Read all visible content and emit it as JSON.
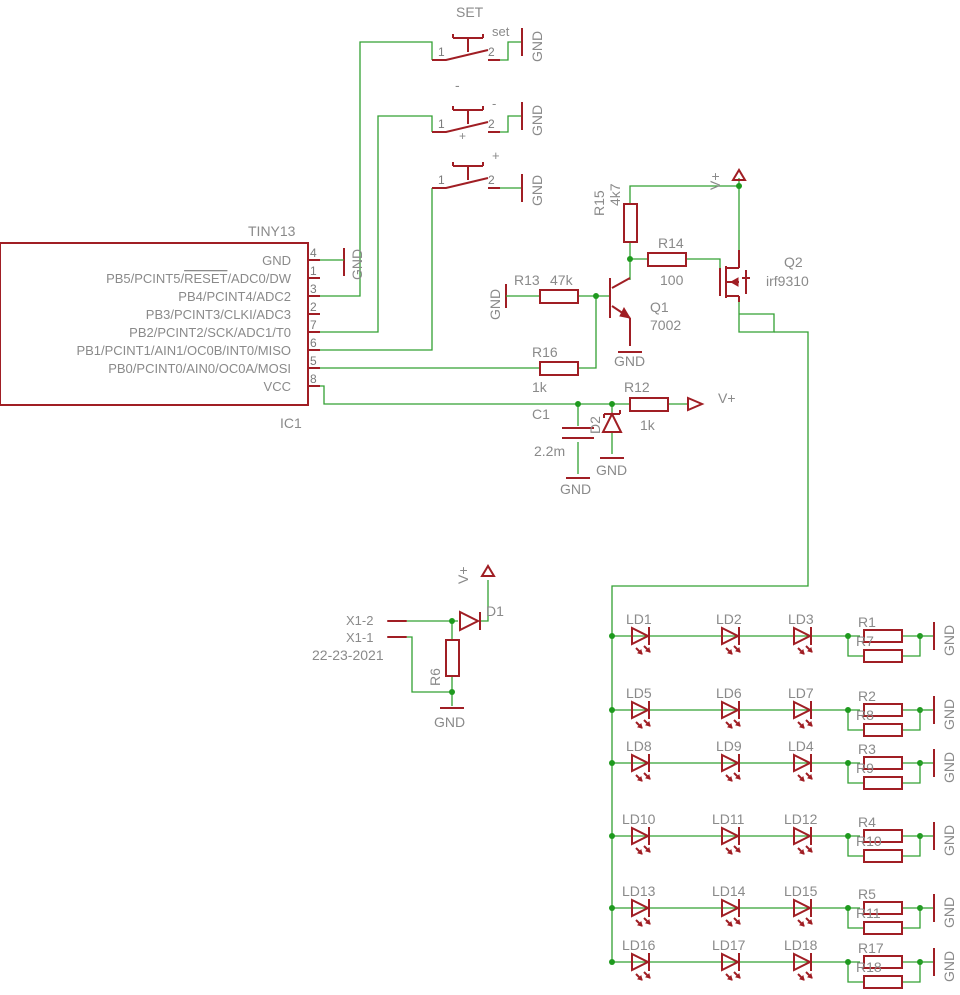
{
  "title": "",
  "ic": {
    "name": "TINY13",
    "ref": "IC1",
    "pins": [
      {
        "label": "GND",
        "num": "4"
      },
      {
        "label": "PB5/PCINT5/RESET/ADC0/DW",
        "num": "1"
      },
      {
        "label": "PB4/PCINT4/ADC2",
        "num": "3"
      },
      {
        "label": "PB3/PCINT3/CLKI/ADC3",
        "num": "2"
      },
      {
        "label": "PB2/PCINT2/SCK/ADC1/T0",
        "num": "7"
      },
      {
        "label": "PB1/PCINT1/AIN1/OC0B/INT0/MISO",
        "num": "6"
      },
      {
        "label": "PB0/PCINT0/AIN0/OC0A/MOSI",
        "num": "5"
      },
      {
        "label": "VCC",
        "num": "8"
      }
    ]
  },
  "buttons": {
    "set": {
      "title": "SET",
      "name": "set",
      "pin1": "1",
      "pin2": "2"
    },
    "minus": {
      "title": "-",
      "name": "-",
      "pin1": "1",
      "pin2": "2",
      "mark": "+"
    },
    "plus": {
      "name": "+",
      "pin1": "1",
      "pin2": "2"
    }
  },
  "ground": "GND",
  "supply": "V+",
  "parts": {
    "r15": {
      "ref": "R15",
      "value": "4k7"
    },
    "r14": {
      "ref": "R14",
      "value": "100"
    },
    "r13": {
      "ref": "R13",
      "value": "47k"
    },
    "r16": {
      "ref": "R16",
      "value": "1k"
    },
    "r12": {
      "ref": "R12",
      "value": "1k"
    },
    "c1": {
      "ref": "C1",
      "value": "2.2m"
    },
    "d2": {
      "ref": "D2"
    },
    "q1": {
      "ref": "Q1",
      "value": "7002"
    },
    "q2": {
      "ref": "Q2",
      "value": "irf9310"
    },
    "d1": {
      "ref": "D1"
    },
    "r6": {
      "ref": "R6"
    }
  },
  "connector": {
    "pin_a": "X1-2",
    "pin_b": "X1-1",
    "date": "22-23-2021"
  },
  "led_rows": [
    {
      "leds": [
        "LD1",
        "LD2",
        "LD3"
      ],
      "r_top": "R1",
      "r_bot": "R7"
    },
    {
      "leds": [
        "LD5",
        "LD6",
        "LD7"
      ],
      "r_top": "R2",
      "r_bot": "R8"
    },
    {
      "leds": [
        "LD8",
        "LD9",
        "LD4"
      ],
      "r_top": "R3",
      "r_bot": "R9"
    },
    {
      "leds": [
        "LD10",
        "LD11",
        "LD12"
      ],
      "r_top": "R4",
      "r_bot": "R10"
    },
    {
      "leds": [
        "LD13",
        "LD14",
        "LD15"
      ],
      "r_top": "R5",
      "r_bot": "R11"
    },
    {
      "leds": [
        "LD16",
        "LD17",
        "LD18"
      ],
      "r_top": "R17",
      "r_bot": "R18"
    }
  ]
}
